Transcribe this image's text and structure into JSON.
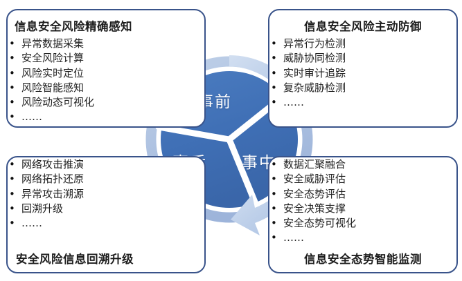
{
  "diagram": {
    "type": "three-stage security lifecycle cycle diagram",
    "center": {
      "segments": [
        {
          "key": "before",
          "label": "事前",
          "position": "top"
        },
        {
          "key": "during",
          "label": "事中",
          "position": "bottom-right"
        },
        {
          "key": "after",
          "label": "事后",
          "position": "bottom-left"
        }
      ],
      "colors": {
        "segment_fill": "#3f6fb5",
        "ring": "#a8bde0",
        "arrow": "#c3d2ea",
        "divider": "#ffffff",
        "segment_label": "#ffffff"
      }
    },
    "panels": {
      "top_left": {
        "title": "信息安全风险精确感知",
        "title_position": "top",
        "bullet_glyph": "•",
        "items": [
          "异常数据采集",
          "安全风险计算",
          "风险实时定位",
          "风险智能感知",
          "风险动态可视化",
          "……"
        ]
      },
      "top_right": {
        "title": "信息安全风险主动防御",
        "title_position": "top",
        "bullet_glyph": "•",
        "items": [
          "异常行为检测",
          "威胁协同检测",
          "实时审计追踪",
          "复杂威胁检测",
          "……"
        ]
      },
      "bottom_left": {
        "title": "安全风险信息回溯升级",
        "title_position": "bottom",
        "bullet_glyph": "•",
        "items": [
          "网络攻击推演",
          "网络拓扑还原",
          "异常攻击溯源",
          "回溯升级",
          "……"
        ]
      },
      "bottom_right": {
        "title": "信息安全态势智能监测",
        "title_position": "bottom",
        "bullet_glyph": "•",
        "items": [
          "数据汇聚融合",
          "安全威胁评估",
          "安全态势评估",
          "安全决策支撑",
          "安全态势可视化",
          "……"
        ]
      }
    },
    "panel_border_color": "#39538a",
    "background_color": "#ffffff"
  }
}
